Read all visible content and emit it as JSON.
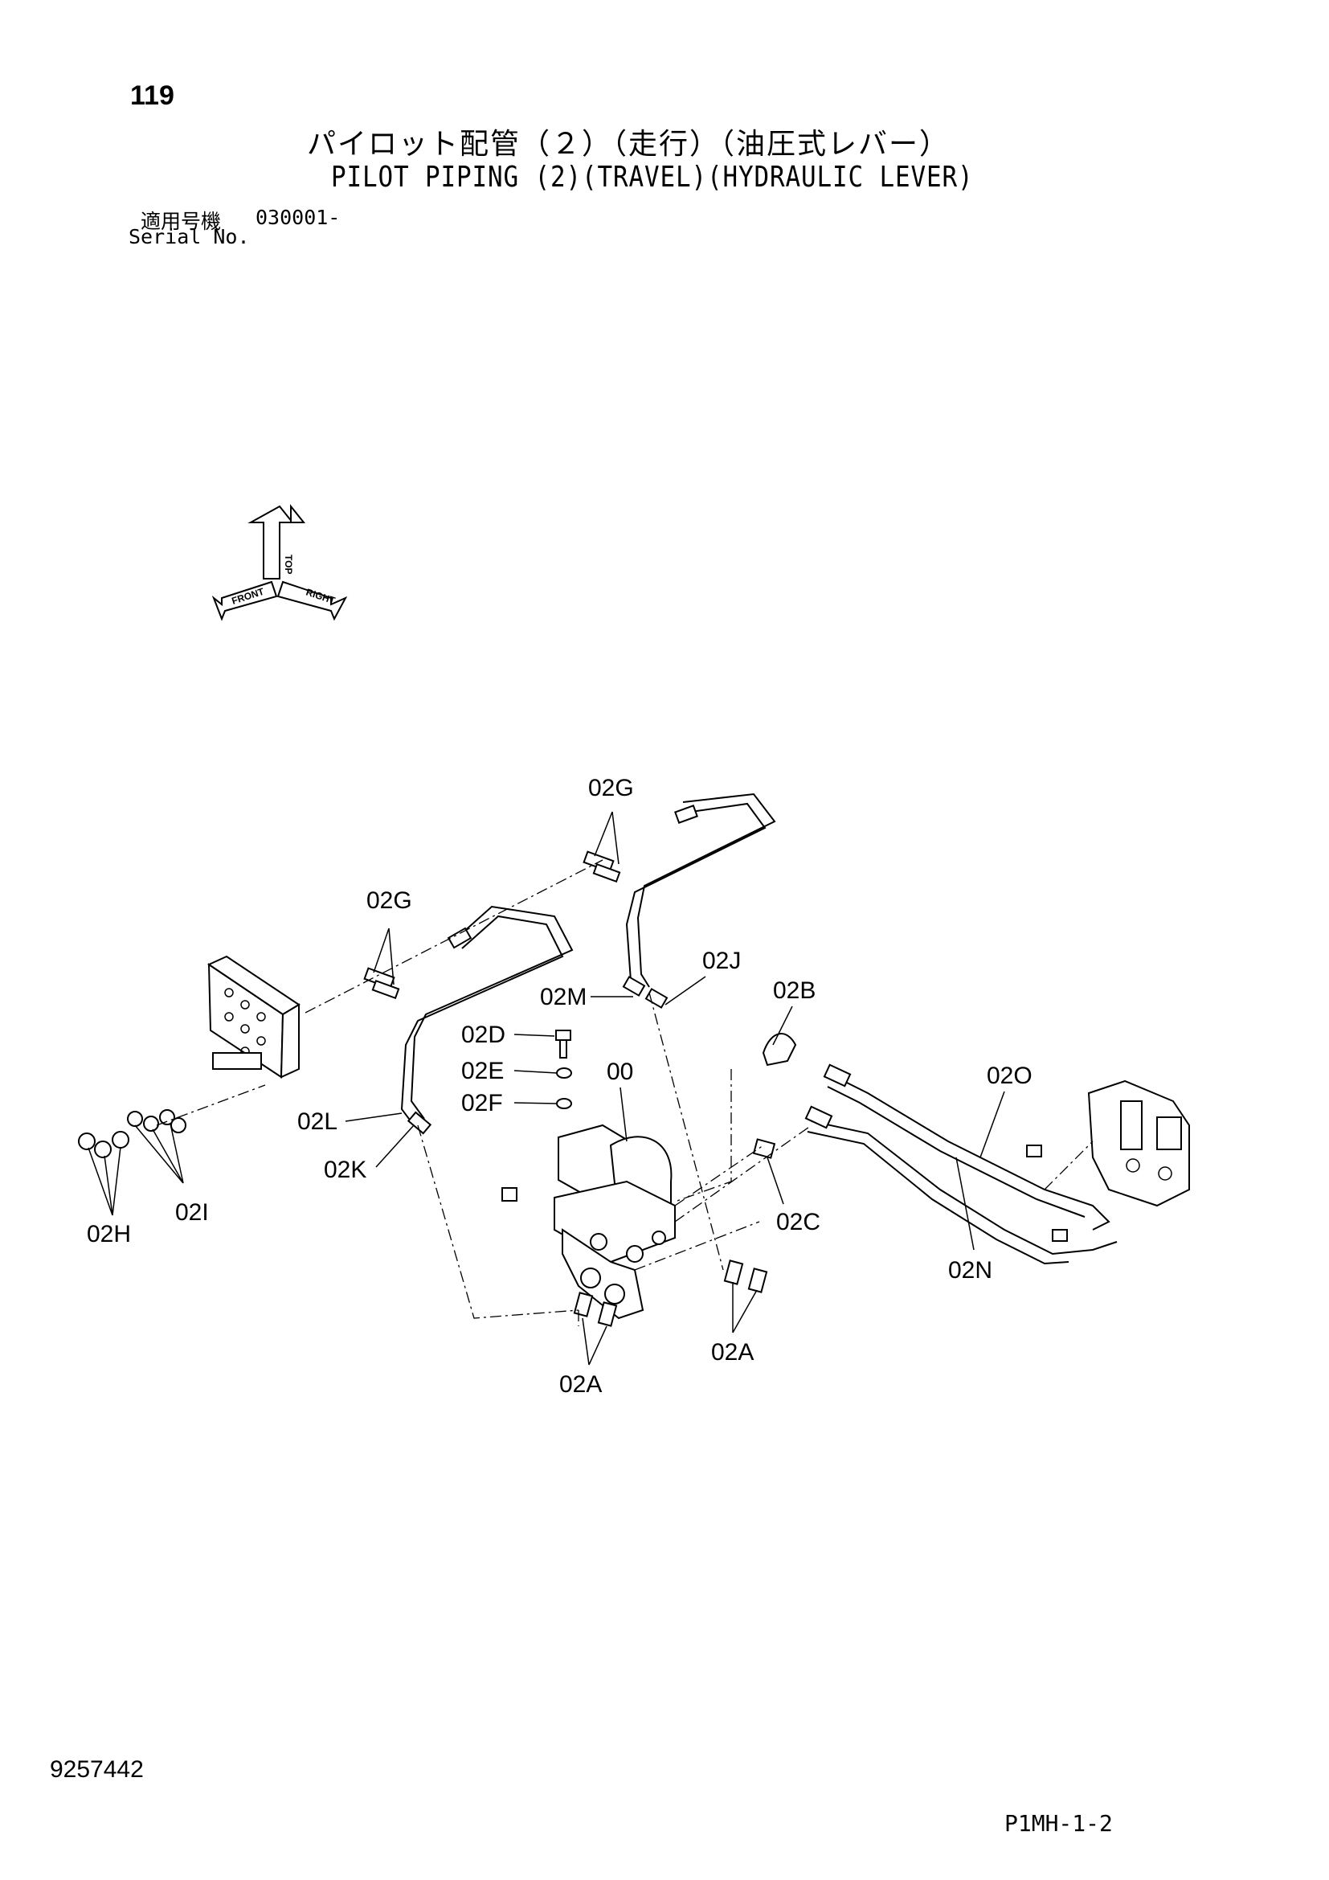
{
  "header": {
    "page_number": "119",
    "title_jp": "パイロット配管（２）（走行）（油圧式レバー）",
    "title_en": "PILOT PIPING (2)(TRAVEL)(HYDRAULIC LEVER)",
    "serial_label_jp": "適用号機",
    "serial_value": "030001-",
    "serial_label_en": "Serial No."
  },
  "orientation": {
    "top": "TOP",
    "front": "FRONT",
    "right": "RIGHT"
  },
  "callouts": {
    "g1": "02G",
    "g2": "02G",
    "j": "02J",
    "m": "02M",
    "b": "02B",
    "d": "02D",
    "e": "02E",
    "f": "02F",
    "main": "00",
    "o": "02O",
    "l": "02L",
    "k": "02K",
    "i": "02I",
    "h": "02H",
    "c": "02C",
    "n": "02N",
    "a1": "02A",
    "a2": "02A"
  },
  "footer": {
    "doc_code": "9257442",
    "page_ref": "P1MH-1-2"
  }
}
